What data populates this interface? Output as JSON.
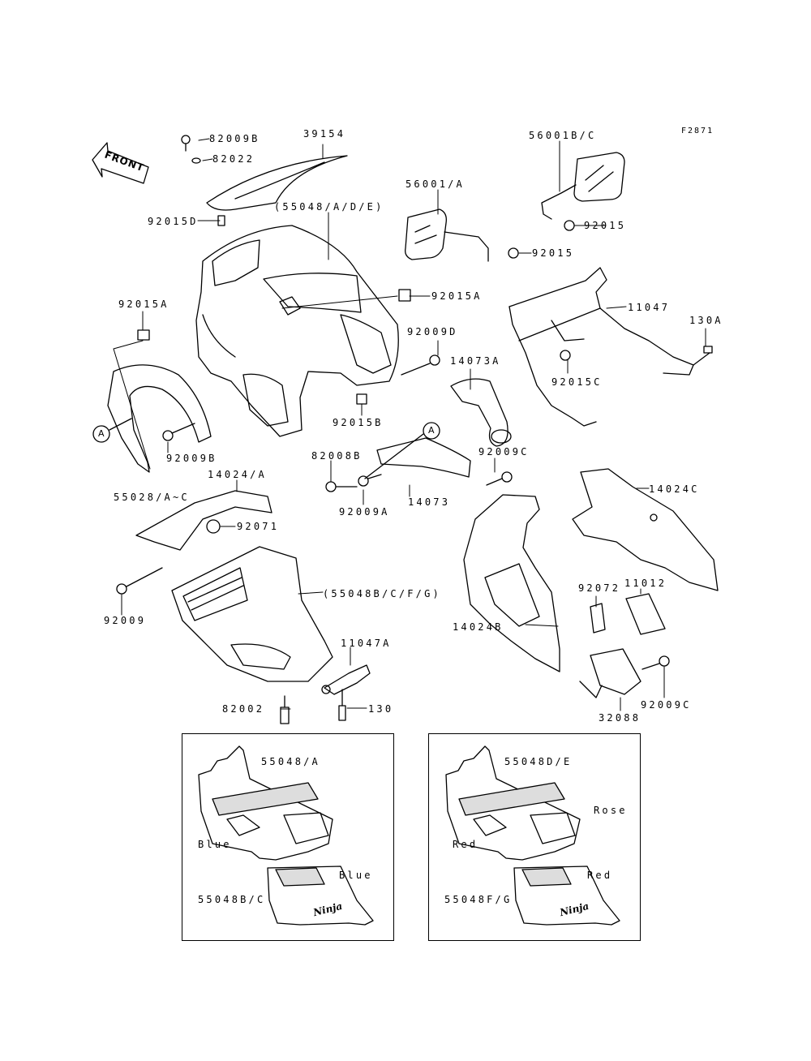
{
  "figure_code": "F2871",
  "front_label": "FRONT",
  "ref_marker": "A",
  "labels": {
    "p82009b_top": "82009B",
    "p82022": "82022",
    "p39154": "39154",
    "p92015d": "92015D",
    "p55048_adE": "(55048/A/D/E)",
    "p56001a": "56001/A",
    "p56001bc": "56001B/C",
    "p92015_r1": "92015",
    "p92015_r2": "92015",
    "p92015a_l": "92015A",
    "p92015a_c": "92015A",
    "p11047": "11047",
    "p130a": "130A",
    "p92009d": "92009D",
    "p14073a": "14073A",
    "p92015c": "92015C",
    "p92015b": "92015B",
    "p92009b_mid": "92009B",
    "p55028": "55028/A~C",
    "p82008b": "82008B",
    "p92009a": "92009A",
    "p14073": "14073",
    "p92009c_top": "92009C",
    "p14024a": "14024/A",
    "p92071": "92071",
    "p14024c": "14024C",
    "p92009": "92009",
    "p55048bcfg": "(55048B/C/F/G)",
    "p92072": "92072",
    "p11012": "11012",
    "p14024b": "14024B",
    "p11047a": "11047A",
    "p82002": "82002",
    "p130": "130",
    "p92009c_bot": "92009C",
    "p32088": "32088"
  },
  "inset_left": {
    "upper_part": "55048/A",
    "upper_color": "Blue",
    "lower_color": "Blue",
    "lower_part": "55048B/C",
    "logo": "Ninja"
  },
  "inset_right": {
    "upper_part": "55048D/E",
    "stripe_color": "Rose",
    "upper_color": "Red",
    "lower_color": "Red",
    "lower_part": "55048F/G",
    "logo": "Ninja"
  }
}
